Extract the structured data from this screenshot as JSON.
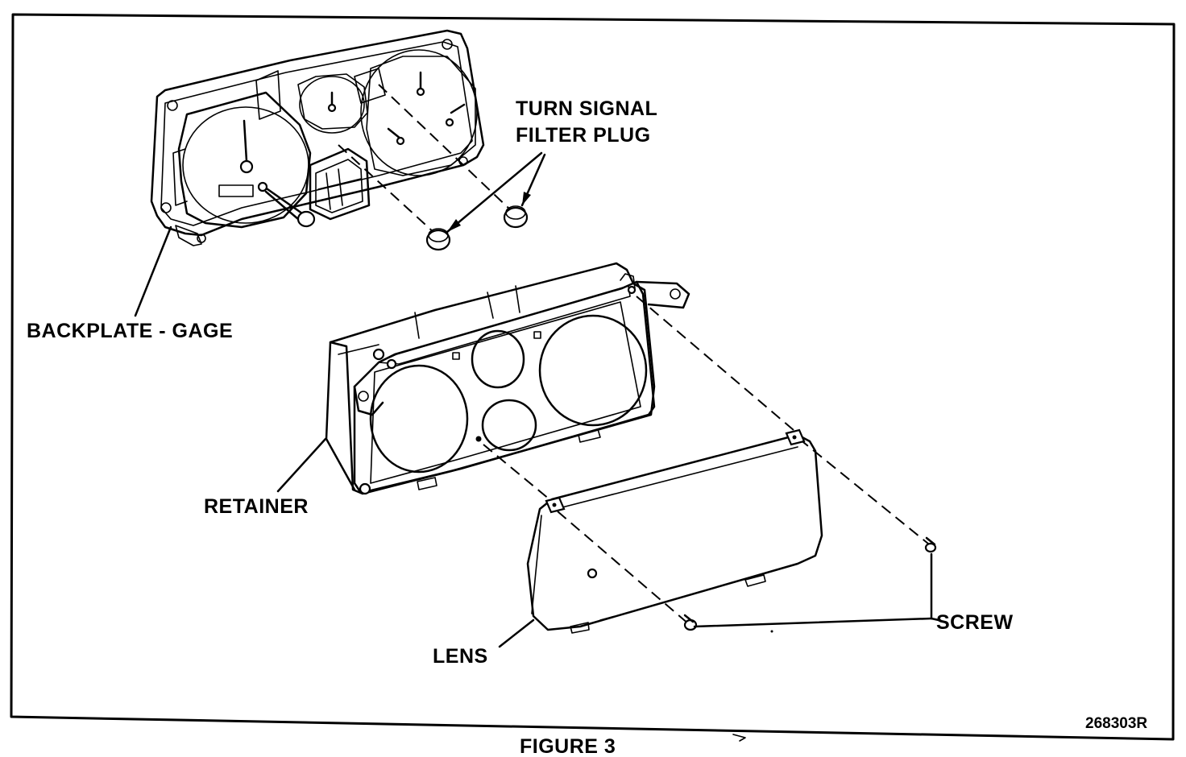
{
  "labels": {
    "turn_signal_line1": "TURN SIGNAL",
    "turn_signal_line2": "FILTER PLUG",
    "backplate": "BACKPLATE - GAGE",
    "retainer": "RETAINER",
    "lens": "LENS",
    "screw": "SCREW",
    "figure_id": "268303R",
    "caption": "FIGURE 3"
  }
}
